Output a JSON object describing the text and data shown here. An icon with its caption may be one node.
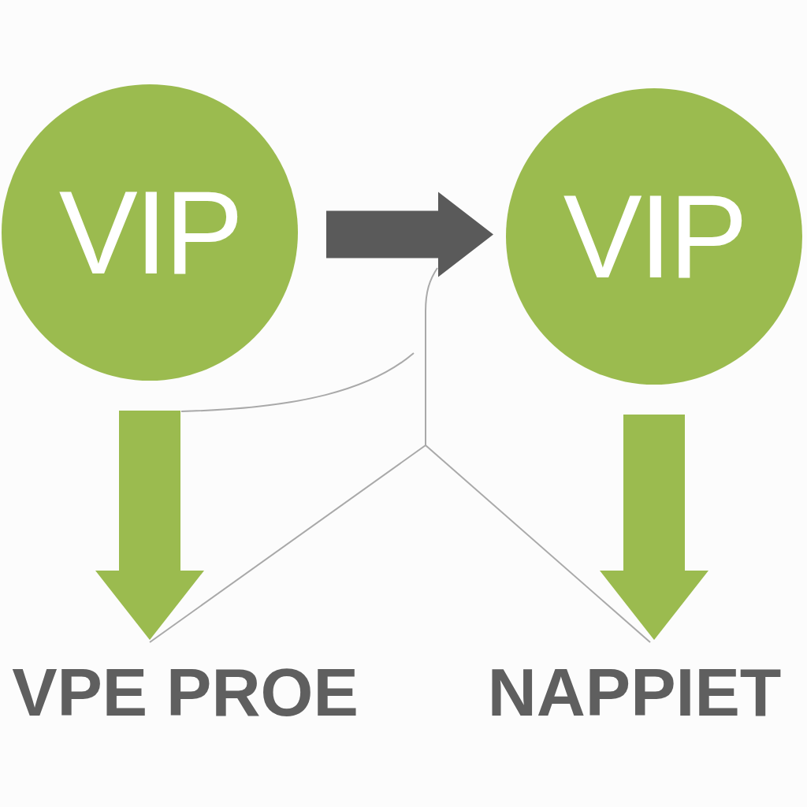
{
  "diagram": {
    "nodes": [
      {
        "text": [
          "VIP"
        ]
      },
      {
        "text": [
          "VIP"
        ]
      },
      {
        "text": [
          "VPE PROE"
        ]
      },
      {
        "text": [
          "NAPPIET"
        ]
      }
    ],
    "edges": [
      {
        "from": 0,
        "to": 1,
        "arrow": "to",
        "color": "#5a5a5a"
      },
      {
        "from": 0,
        "to": 2,
        "arrow": "to"
      },
      {
        "from": 1,
        "to": 3,
        "arrow": "to"
      }
    ]
  }
}
